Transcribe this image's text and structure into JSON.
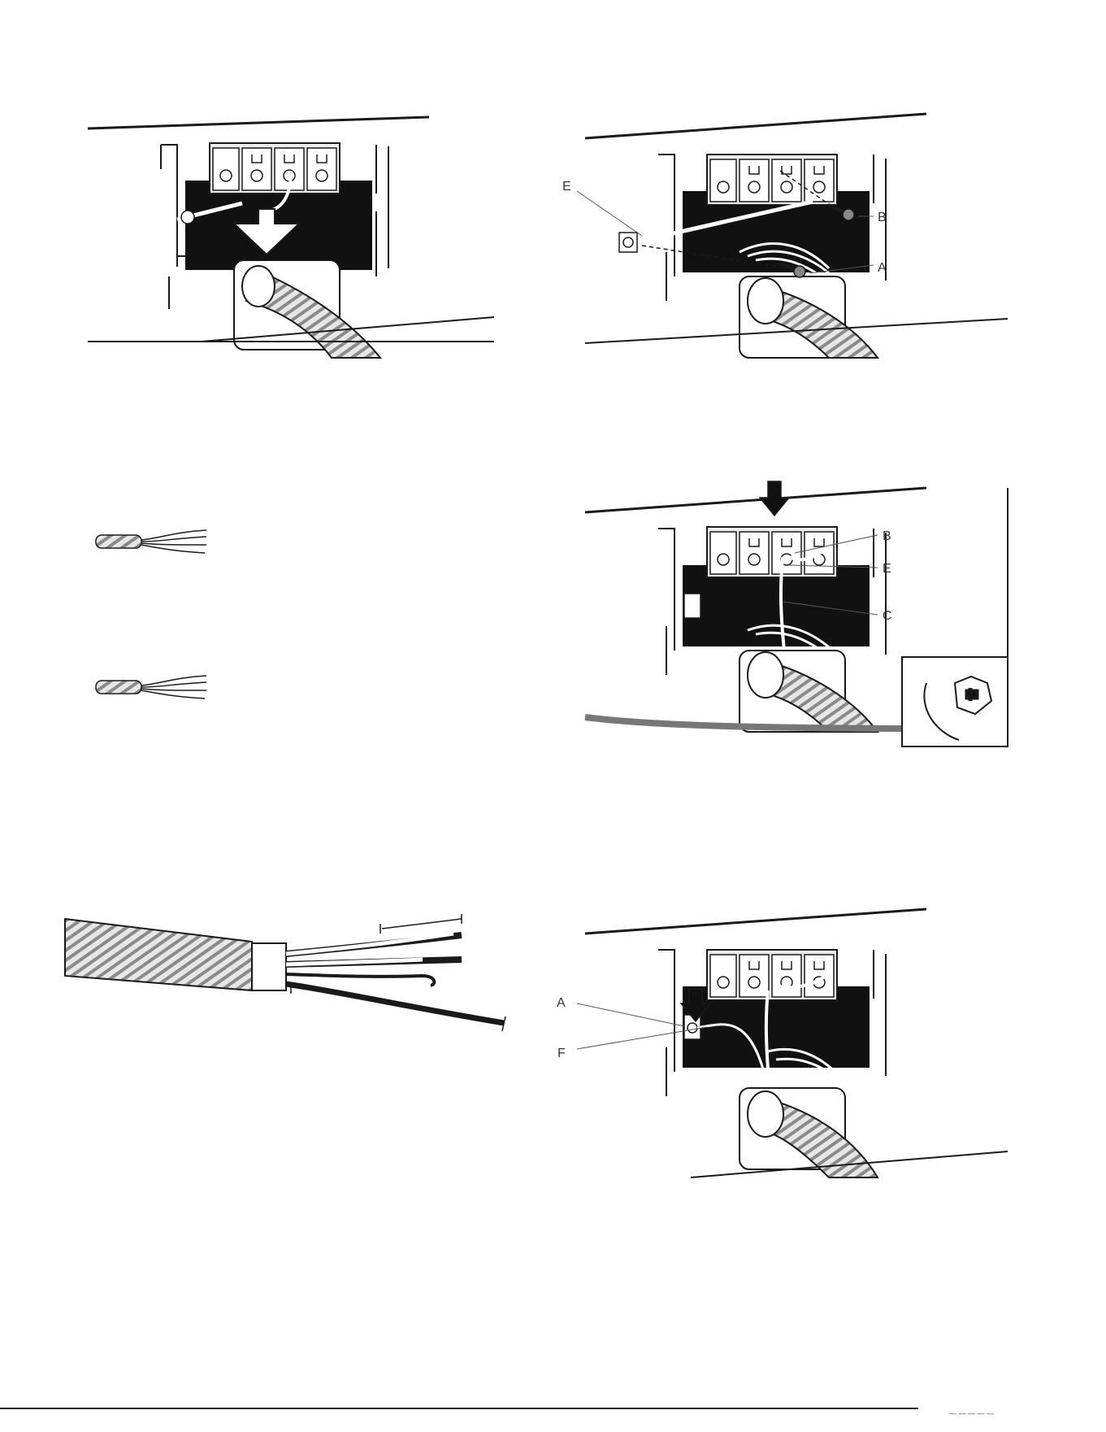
{
  "fig2": {
    "labels": {
      "e": "E",
      "b": "B",
      "a": "A"
    }
  },
  "fig4": {
    "labels": {
      "b": "B",
      "e": "E",
      "c": "C"
    }
  },
  "fig6": {
    "labels": {
      "a": "A",
      "f": "F"
    }
  },
  "footer": {
    "text": "— — — — —"
  },
  "colors": {
    "ink": "#1a1a1a",
    "panel": "#111111",
    "paper": "#ffffff",
    "conduit": "#cfcfcf"
  }
}
